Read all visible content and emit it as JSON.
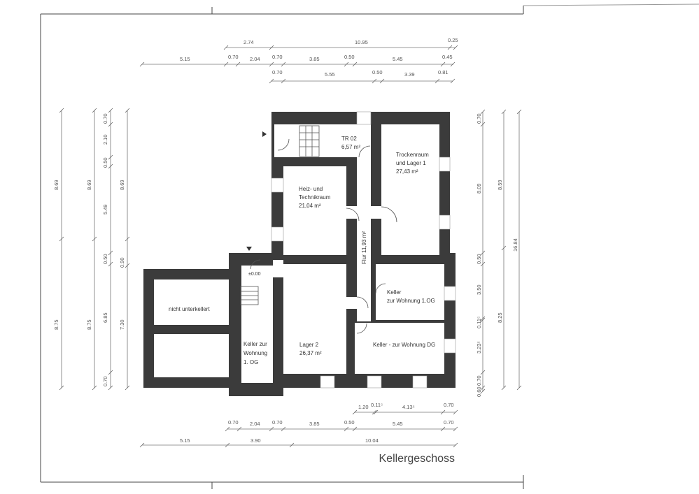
{
  "title": "Kellergeschoss",
  "level_marker": "±0.00",
  "rooms": {
    "tr02": {
      "name": "TR 02",
      "area": "6,57 m²"
    },
    "heiz": {
      "line1": "Heiz- und",
      "line2": "Technikraum",
      "area": "21,04 m²"
    },
    "trocken": {
      "line1": "Trockenraum",
      "line2": "und Lager 1",
      "area": "27,43 m²"
    },
    "flur": {
      "name": "Flur 11,93 m²"
    },
    "lager2": {
      "name": "Lager 2",
      "area": "26,37 m²"
    },
    "keller1og": {
      "line1": "Keller",
      "line2": "zur Wohnung 1.OG"
    },
    "kellerdg": {
      "name": "Keller - zur Wohnung DG"
    },
    "kellerleft": {
      "line1": "Keller zur",
      "line2": "Wohnung",
      "line3": "1. OG"
    },
    "nicht": {
      "name": "nicht unterkellert"
    }
  },
  "dimensions": {
    "top1": [
      "2.74",
      "10.95",
      "0.25"
    ],
    "top2": [
      "5.15",
      "0.70",
      "2.04",
      "0.70",
      "3.85",
      "0.50",
      "5.45",
      "0.45"
    ],
    "top3": [
      "0.70",
      "5.55",
      "0.50",
      "3.39",
      "0.81"
    ],
    "left1": [
      "8.69",
      "8.75"
    ],
    "left2": [
      "8.69",
      "8.75"
    ],
    "left3": [
      "0.70",
      "2.10",
      "0.50",
      "5.49",
      "0.50",
      "6.85",
      "0.70"
    ],
    "left4": [
      "8.69",
      "0.90",
      "7.30"
    ],
    "right1": [
      "0.70",
      "8.09",
      "0.50",
      "3.50",
      "0.11⁵",
      "3.23⁵",
      "0.70",
      "0.60"
    ],
    "right2": [
      "8.59",
      "8.25"
    ],
    "right3": [
      "16.84"
    ],
    "bottom1": [
      "1.20",
      "0.11⁵",
      "4.13⁵",
      "0.70"
    ],
    "bottom2": [
      "0.70",
      "2.04",
      "0.70",
      "3.85",
      "0.50",
      "5.45",
      "0.70"
    ],
    "bottom3": [
      "5.15",
      "3.90",
      "10.04"
    ]
  },
  "colors": {
    "wall": "#3b3b3b",
    "line": "#777777"
  }
}
